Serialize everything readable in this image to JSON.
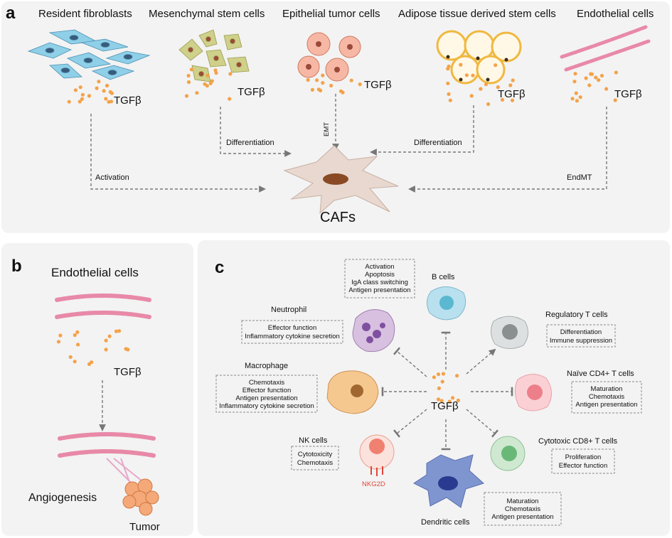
{
  "panel_a": {
    "letter": "a",
    "sources": [
      "Resident fibroblasts",
      "Mesenchymal stem cells",
      "Epithelial tumor cells",
      "Adipose tissue derived stem cells",
      "Endothelial cells"
    ],
    "tgfb": "TGFβ",
    "arrows": {
      "activation": "Activation",
      "differentiation_left": "Differentiation",
      "emt": "EMT",
      "differentiation_right": "Differentiation",
      "endmt": "EndMT"
    },
    "target": "CAFs"
  },
  "panel_b": {
    "letter": "b",
    "top_label": "Endothelial cells",
    "tgfb": "TGFβ",
    "angiogenesis": "Angiogenesis",
    "tumor": "Tumor"
  },
  "panel_c": {
    "letter": "c",
    "center": "TGFβ",
    "b_cells": {
      "name": "B cells",
      "effects": [
        "Activation",
        "Apoptosis",
        "IgA class switching",
        "Antigen presentation"
      ]
    },
    "neutrophil": {
      "name": "Neutrophil",
      "effects": [
        "Effector function",
        "Inflammatory cytokine secretion"
      ]
    },
    "macrophage": {
      "name": "Macrophage",
      "effects": [
        "Chemotaxis",
        "Effector function",
        "Antigen presentation",
        "Inflammatory cytokine secretion"
      ]
    },
    "nk_cells": {
      "name": "NK cells",
      "effects": [
        "Cytotoxicity",
        "Chemotaxis"
      ],
      "marker": "NKG2D"
    },
    "dendritic": {
      "name": "Dendritic cells",
      "effects": [
        "Maturation",
        "Chemotaxis",
        "Antigen presentation"
      ]
    },
    "cd8": {
      "name": "Cytotoxic CD8+ T cells",
      "effects": [
        "Proliferation",
        "Effector function"
      ]
    },
    "cd4": {
      "name": "Naïve CD4+ T cells",
      "effects": [
        "Maturation",
        "Chemotaxis",
        "Antigen presentation"
      ]
    },
    "treg": {
      "name": "Regulatory T cells",
      "effects": [
        "Differentiation",
        "Immune suppression"
      ]
    }
  },
  "colors": {
    "tgfb_dot": "#f4a24a",
    "panel_bg": "#f3f3f3",
    "nkg2d": "#e0463a"
  }
}
